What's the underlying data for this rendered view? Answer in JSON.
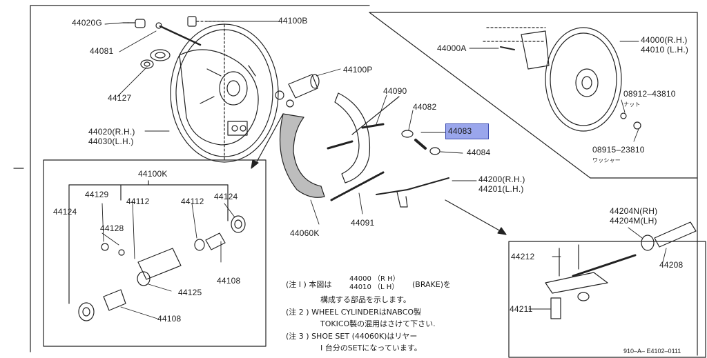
{
  "diagram": {
    "parts": {
      "p44020G": "44020G",
      "p44100B": "44100B",
      "p44081": "44081",
      "p44127": "44127",
      "p44100P": "44100P",
      "p44090": "44090",
      "p44082": "44082",
      "p44083": "44083",
      "p44084": "44084",
      "p44020rh": "44020(R.H.)",
      "p44030lh": "44030(L.H.)",
      "p44000A": "44000A",
      "p44000rh": "44000(R.H.)",
      "p44010lh": "44010 (L.H.)",
      "p08912": "08912–43810",
      "p08912sub": "ナット",
      "p08915": "08915–23810",
      "p08915sub": "ワッシャー",
      "p44200rh": "44200(R.H.)",
      "p44201lh": "44201(L.H.)",
      "p44060K": "44060K",
      "p44091": "44091",
      "p44100K": "44100K",
      "p44129": "44129",
      "p44112a": "44112",
      "p44112b": "44112",
      "p44124a": "44124",
      "p44124b": "44124",
      "p44128": "44128",
      "p44108a": "44108",
      "p44108b": "44108",
      "p44125": "44125",
      "p44204N": "44204N(RH)",
      "p44204M": "44204M(LH)",
      "p44212": "44212",
      "p44211": "44211",
      "p44208": "44208"
    },
    "notes": {
      "n1a": "(注 I )  本図は",
      "n1b": "44000 （R H）",
      "n1c": "44010 （L H）",
      "n1d": "(BRAKE)を",
      "n1e": "構成する部品を示します。",
      "n2a": "(注 2 )  WHEEL CYLINDERはNABCO製",
      "n2b": "TOKICO製の混用はさけて下さい.",
      "n3a": "(注 3 )  SHOE SET (44060K)はリヤー",
      "n3b": "I 台分のSETになっています。"
    },
    "code": "910–A– E4102–0111",
    "highlight_color": "#9aa6ec"
  }
}
